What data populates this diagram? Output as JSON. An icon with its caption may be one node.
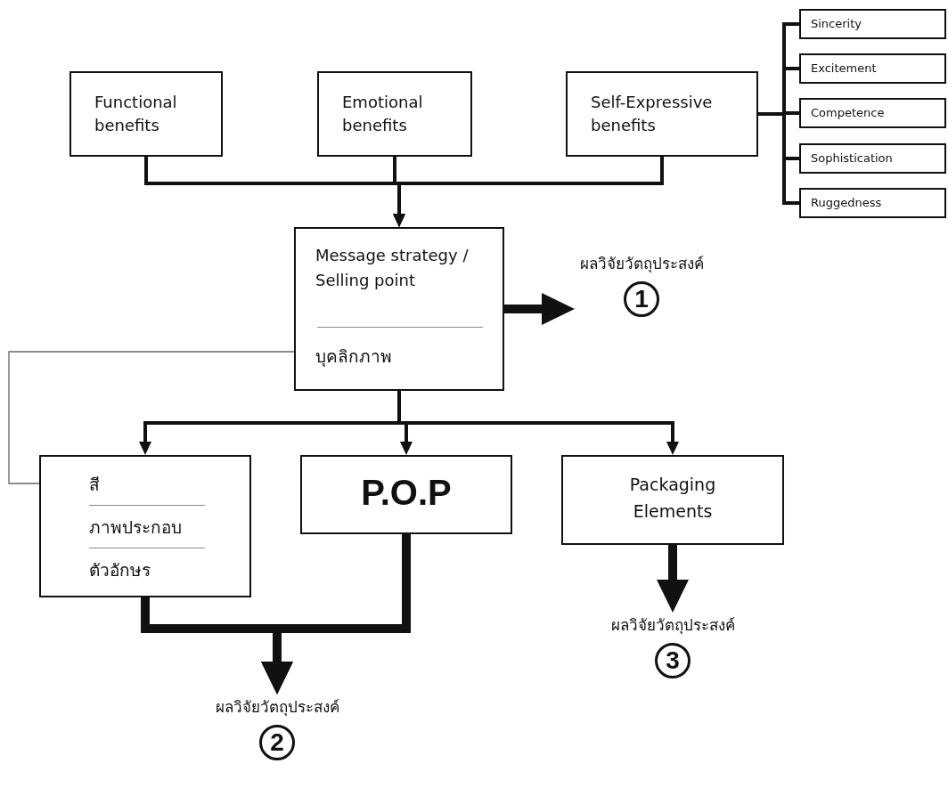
{
  "diagram": {
    "nodes": [
      {
        "text": [
          "Functional benefits"
        ]
      },
      {
        "text": [
          "Emotional benefits"
        ]
      },
      {
        "text": [
          "Self-Expressive benefits"
        ]
      },
      {
        "text": [
          "Sincerity"
        ]
      },
      {
        "text": [
          "Excitement"
        ]
      },
      {
        "text": [
          "Competence"
        ]
      },
      {
        "text": [
          "Sophistication"
        ]
      },
      {
        "text": [
          "Ruggedness"
        ]
      },
      {
        "text": [
          "Message strategy / Selling point",
          "บุคลิกภาพ"
        ]
      },
      {
        "text": [
          "ผลวิจัยวัตถุประสงค์",
          "1"
        ]
      },
      {
        "text": [
          "สี",
          "ภาพประกอบ",
          "ตัวอักษร"
        ]
      },
      {
        "text": [
          "P.O.P"
        ]
      },
      {
        "text": [
          "Packaging Elements"
        ]
      },
      {
        "text": [
          "ผลวิจัยวัตถุประสงค์",
          "2"
        ]
      },
      {
        "text": [
          "ผลวิจัยวัตถุประสงค์",
          "3"
        ]
      }
    ],
    "edges": [
      {
        "from": 0,
        "to": 8,
        "arrow": "to"
      },
      {
        "from": 1,
        "to": 8,
        "arrow": "to"
      },
      {
        "from": 2,
        "to": 8,
        "arrow": "to"
      },
      {
        "from": 2,
        "to": 3,
        "arrow": "none"
      },
      {
        "from": 2,
        "to": 4,
        "arrow": "none"
      },
      {
        "from": 2,
        "to": 5,
        "arrow": "none"
      },
      {
        "from": 2,
        "to": 6,
        "arrow": "none"
      },
      {
        "from": 2,
        "to": 7,
        "arrow": "none"
      },
      {
        "from": 8,
        "to": 9,
        "arrow": "to",
        "style": "thick"
      },
      {
        "from": 8,
        "to": 10,
        "arrow": "to"
      },
      {
        "from": 8,
        "to": 11,
        "arrow": "to"
      },
      {
        "from": 8,
        "to": 12,
        "arrow": "to"
      },
      {
        "from": 10,
        "to": 13,
        "arrow": "to",
        "style": "thick"
      },
      {
        "from": 11,
        "to": 13,
        "arrow": "to",
        "style": "thick"
      },
      {
        "from": 12,
        "to": 14,
        "arrow": "to",
        "style": "thick"
      },
      {
        "from": 8,
        "to": 10,
        "arrow": "none",
        "color": "#666666"
      }
    ]
  }
}
